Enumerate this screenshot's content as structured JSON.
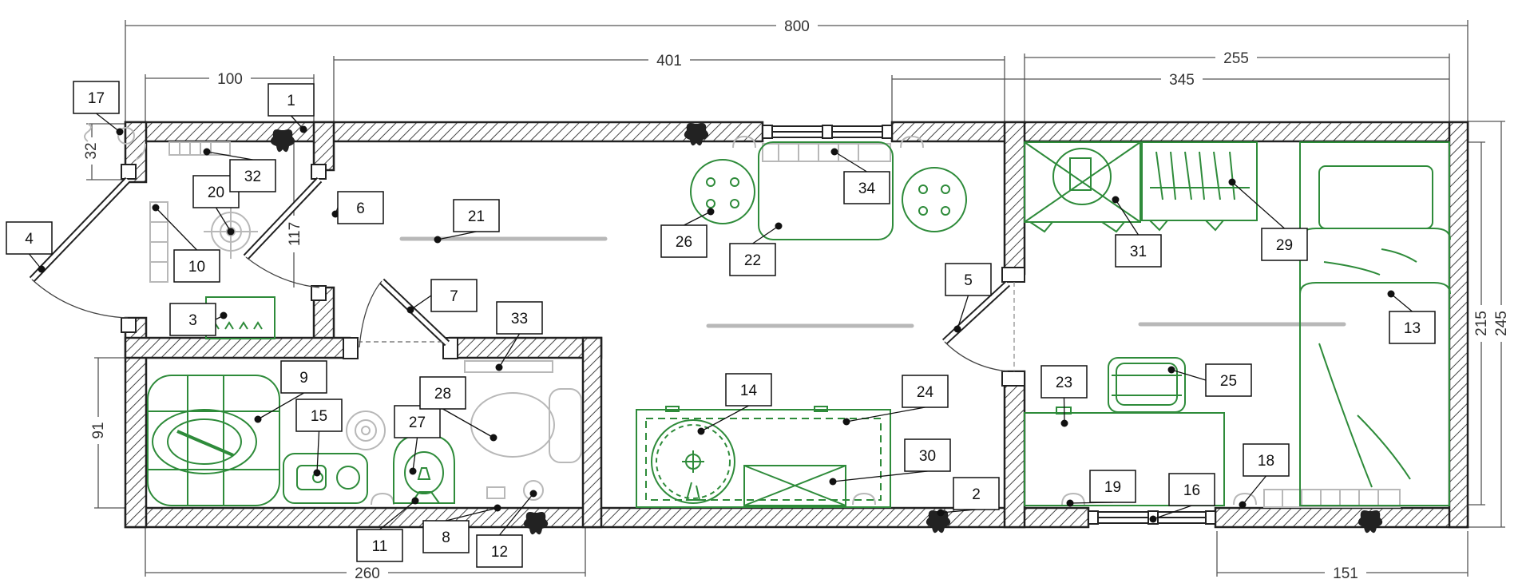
{
  "colors": {
    "wall": "#222222",
    "green": "#2e8b3a",
    "gray": "#b8b8b8",
    "dim": "#555555"
  },
  "dimensions": {
    "overall_length": "800",
    "middle_length": "401",
    "right_room_length": "255",
    "right_window_span": "345",
    "vestibule_width": "100",
    "vestibule_depth": "117",
    "side_depth": "32",
    "bathroom_depth": "91",
    "bathroom_length": "260",
    "right_bottom_length": "151",
    "inner_height": "215",
    "outer_height": "245"
  },
  "callouts": [
    "1",
    "2",
    "3",
    "4",
    "5",
    "6",
    "7",
    "8",
    "9",
    "10",
    "11",
    "12",
    "13",
    "14",
    "15",
    "16",
    "17",
    "18",
    "19",
    "20",
    "21",
    "22",
    "23",
    "24",
    "25",
    "26",
    "27",
    "28",
    "29",
    "30",
    "31",
    "32",
    "33",
    "34"
  ]
}
